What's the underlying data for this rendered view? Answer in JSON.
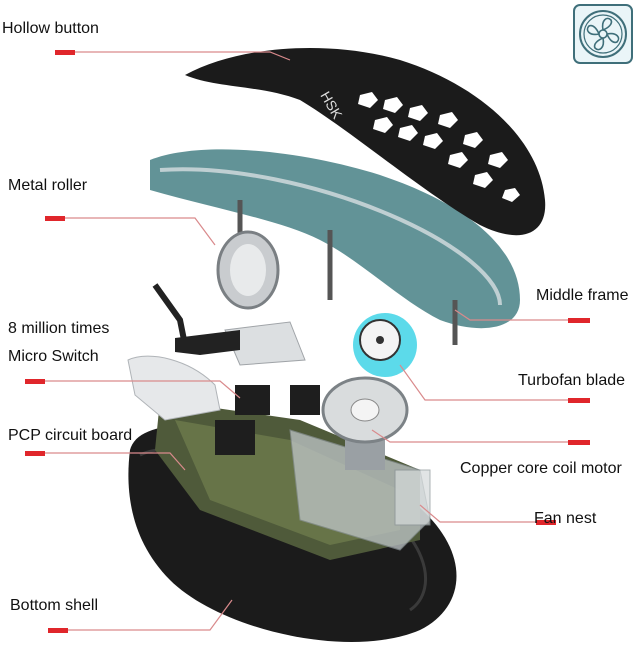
{
  "labels": {
    "hollow_button": "Hollow button",
    "metal_roller": "Metal roller",
    "micro_switch_line1": "8 million times",
    "micro_switch_line2": "Micro Switch",
    "pcb": "PCP circuit board",
    "bottom_shell": "Bottom shell",
    "middle_frame": "Middle frame",
    "turbofan_blade": "Turbofan blade",
    "copper_motor": "Copper core coil motor",
    "fan_nest": "Fan nest"
  },
  "logo_text": "HSK",
  "icons": {
    "corner": "fan-icon"
  },
  "colors": {
    "marker": "#e0262b",
    "leader": "#d98a8c",
    "frame": "#2e6f74",
    "fan": "#3fd4e6",
    "shell": "#1b1b1b"
  }
}
